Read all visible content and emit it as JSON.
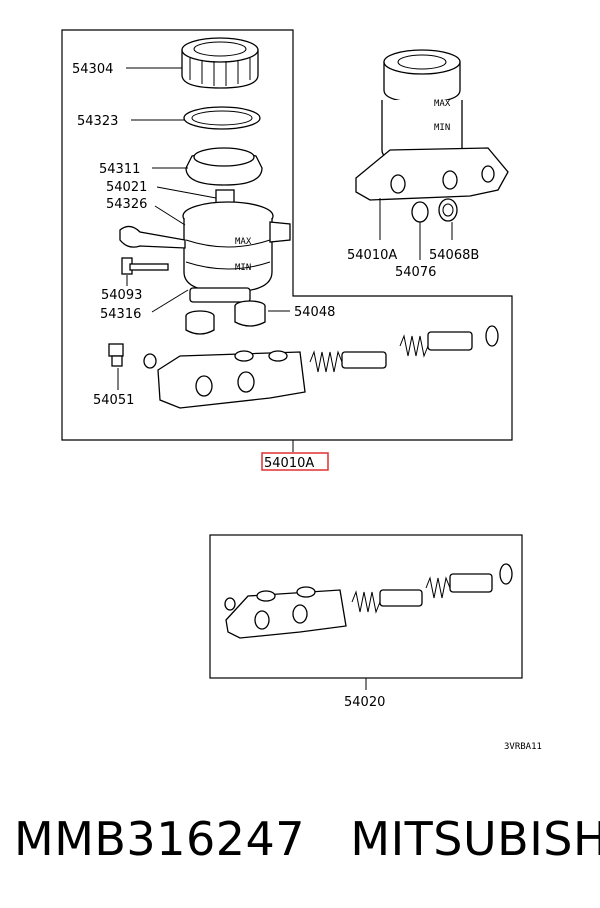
{
  "labels": {
    "p54304": "54304",
    "p54323": "54323",
    "p54311": "54311",
    "p54021": "54021",
    "p54326": "54326",
    "p54093": "54093",
    "p54316": "54316",
    "p54048": "54048",
    "p54051": "54051",
    "p54010a_main": "54010A",
    "p54010a_alt": "54010A",
    "p54076": "54076",
    "p54068b": "54068B",
    "p54020": "54020",
    "code": "3VRBA11",
    "max": "MAX",
    "min": "MIN"
  },
  "highlight_color": "#e03030",
  "footer": {
    "part_number": "MMB316247",
    "brand": "MITSUBISHI"
  }
}
